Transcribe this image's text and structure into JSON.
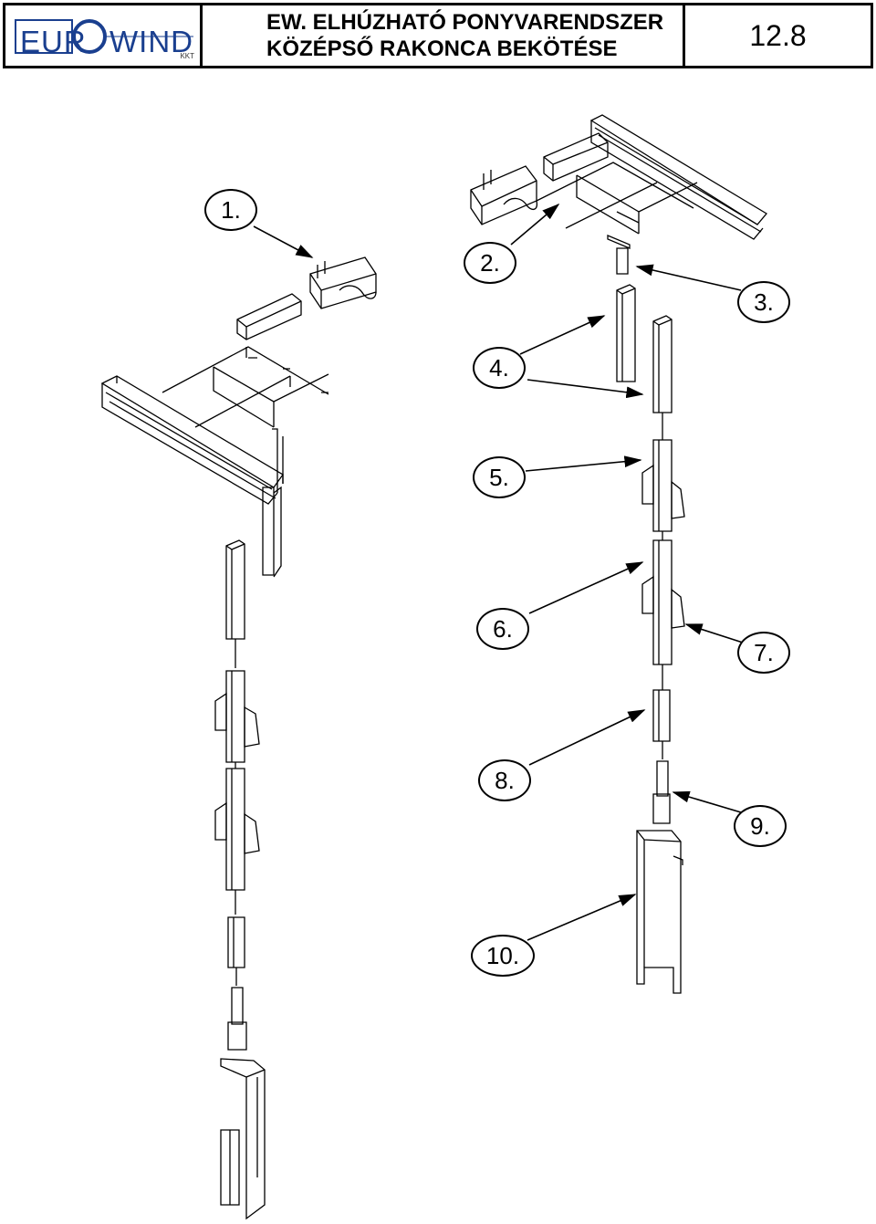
{
  "header": {
    "logo": {
      "left": "EUR",
      "right": "WIND",
      "sub": "KKT"
    },
    "title_line1": "EW.  ELHÚZHATÓ PONYVARENDSZER",
    "title_line2": "KÖZÉPSŐ RAKONCA BEKÖTÉSE",
    "page_number": "12.8"
  },
  "callouts": [
    "1.",
    "2.",
    "3.",
    "4.",
    "5.",
    "6.",
    "7.",
    "8.",
    "9.",
    "10."
  ]
}
